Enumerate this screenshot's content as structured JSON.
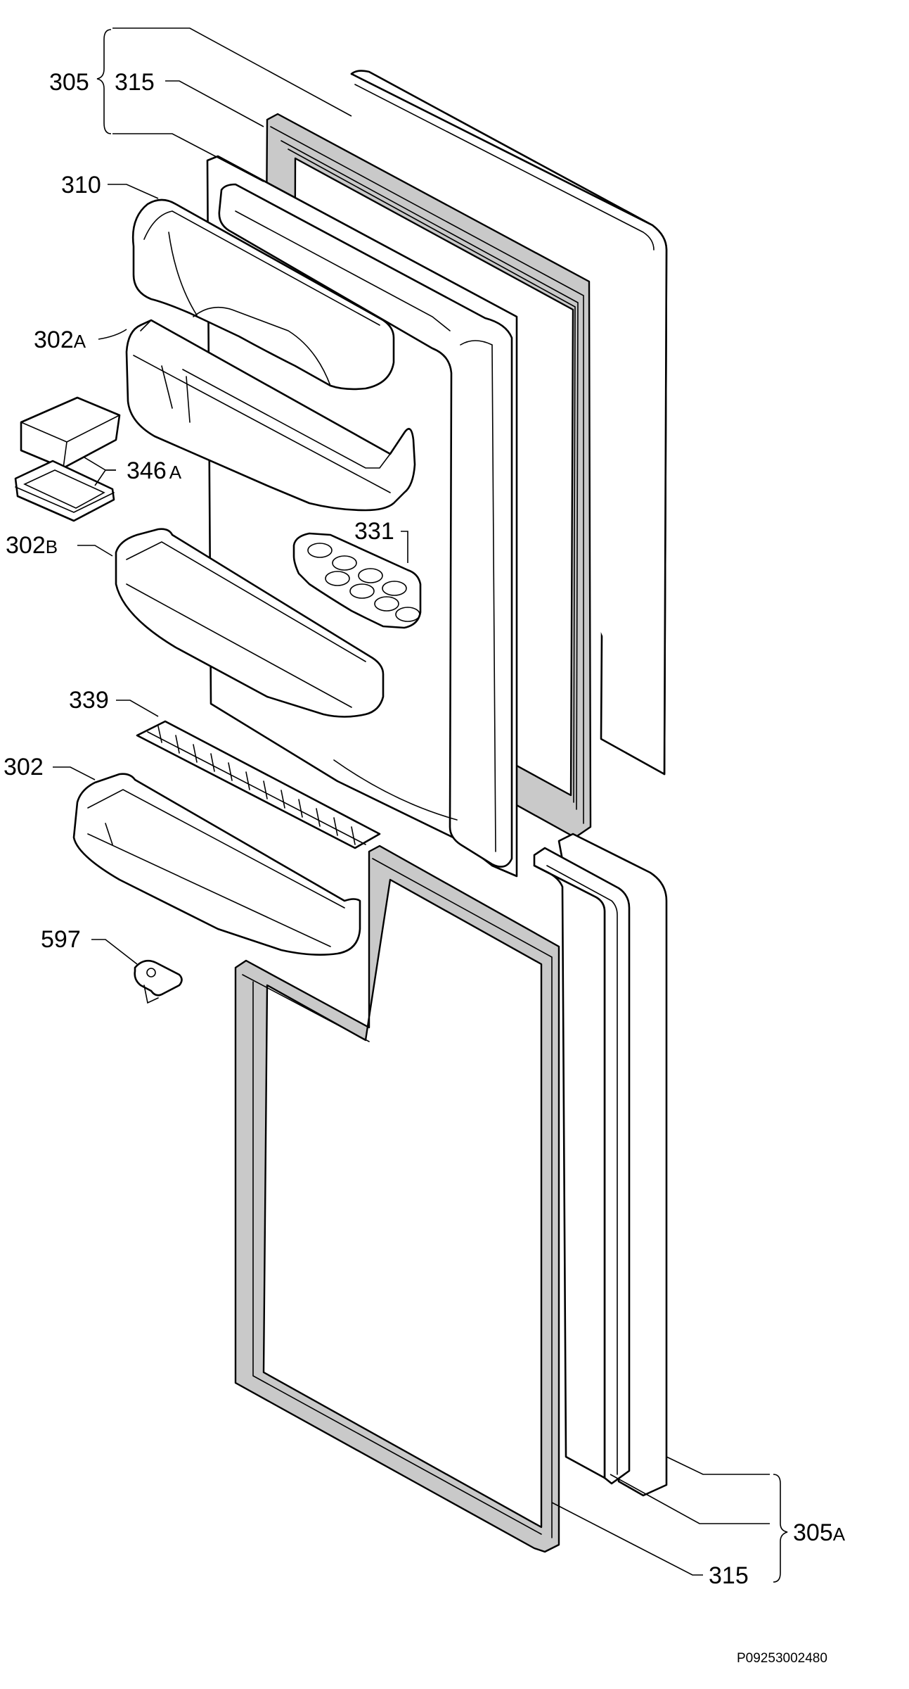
{
  "diagram": {
    "document_code": "P09253002480",
    "labels": {
      "p305": "305",
      "p315_top": "315",
      "p310": "310",
      "p302a_num": "302",
      "p302a_suf": "A",
      "p346a_num": "346",
      "p346a_suf": "A",
      "p302b_num": "302",
      "p302b_suf": "B",
      "p331": "331",
      "p339": "339",
      "p302": "302",
      "p597": "597",
      "p305a_num": "305",
      "p305a_suf": "A",
      "p315_bottom": "315"
    }
  }
}
